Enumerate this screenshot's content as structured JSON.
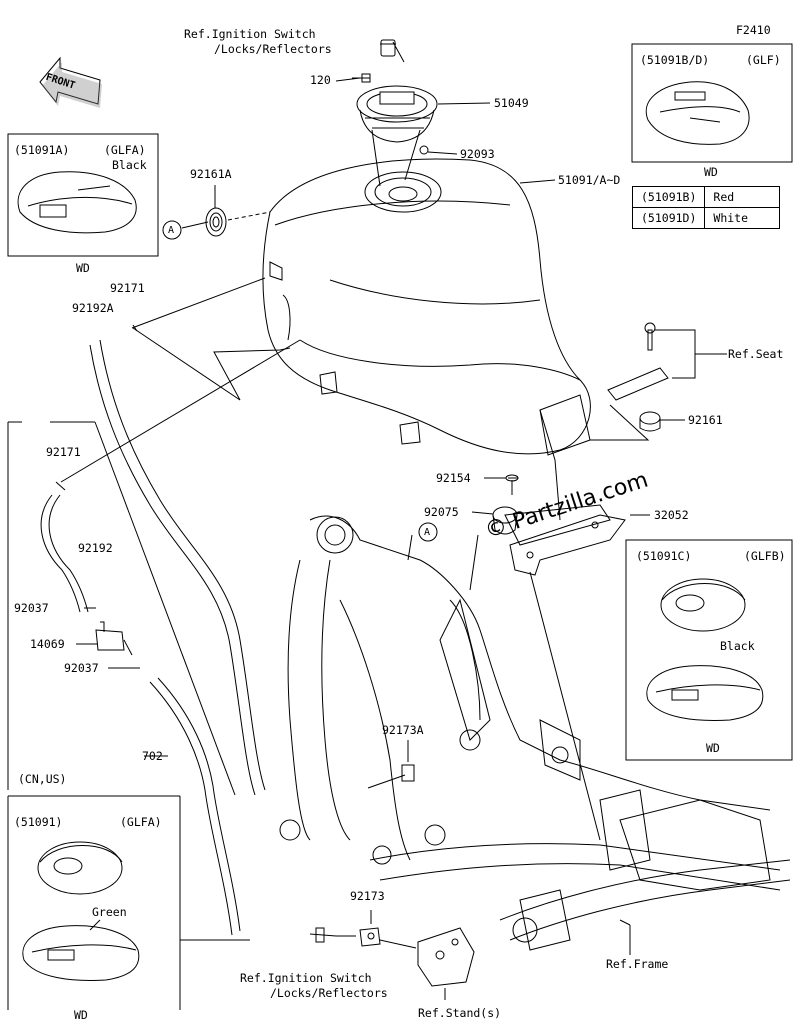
{
  "figure_code": "F2410",
  "front_label": "FRONT",
  "watermark": {
    "main": "Partzilla.com",
    "copyright": "©"
  },
  "callouts": {
    "A1": "A",
    "A2": "A"
  },
  "labels": {
    "ref_ign_top_1": "Ref.Ignition Switch",
    "ref_ign_top_2": "/Locks/Reflectors",
    "p120": "120",
    "p51049": "51049",
    "p92093": "92093",
    "p51091AD": "51091/A~D",
    "p92161A": "92161A",
    "p92171a": "92171",
    "p92192A": "92192A",
    "ref_seat": "Ref.Seat",
    "p92161": "92161",
    "p92154": "92154",
    "p92171b": "92171",
    "p92075": "92075",
    "p32052": "32052",
    "p92192": "92192",
    "p92037a": "92037",
    "p14069": "14069",
    "p92037b": "92037",
    "p702": "702",
    "cn_us": "(CN,US)",
    "p92173A": "92173A",
    "p92173": "92173",
    "ref_ign_bot_1": "Ref.Ignition Switch",
    "ref_ign_bot_2": "/Locks/Reflectors",
    "ref_stand": "Ref.Stand(s)",
    "ref_frame": "Ref.Frame"
  },
  "variant_boxes": {
    "glf": {
      "code": "(51091B/D)",
      "variant": "(GLF)",
      "note": "WD"
    },
    "glfa_black": {
      "code": "(51091A)",
      "variant": "(GLFA)",
      "color": "Black",
      "note": "WD"
    },
    "glfb": {
      "code": "(51091C)",
      "variant": "(GLFB)",
      "color": "Black",
      "note": "WD"
    },
    "glfa_green": {
      "code": "(51091)",
      "variant": "(GLFA)",
      "color": "Green",
      "note": "WD"
    }
  },
  "color_table": [
    {
      "code": "(51091B)",
      "color": "Red"
    },
    {
      "code": "(51091D)",
      "color": "White"
    }
  ]
}
